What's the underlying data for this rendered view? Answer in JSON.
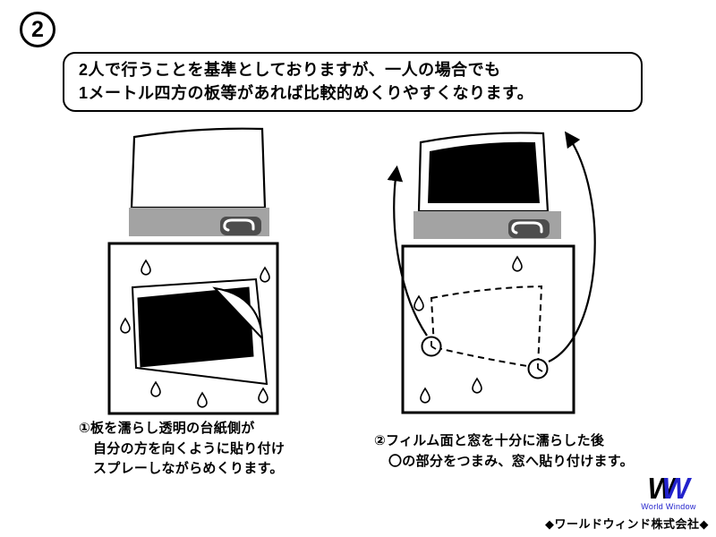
{
  "step": {
    "number": "2"
  },
  "bubble": {
    "line1": "2人で行うことを基準としておりますが、一人の場合でも",
    "line2": "1メートル四方の板等があれば比較的めくりやすくなります。"
  },
  "left_caption": {
    "line1": "①板を濡らし透明の台紙側が",
    "line2": "自分の方を向くように貼り付け",
    "line3": "スプレーしながらめくります。"
  },
  "right_caption": {
    "line1": "②フィルム面と窓を十分に濡らした後",
    "line2": "〇の部分をつまみ、窓へ貼り付けます。"
  },
  "footer": {
    "logo_w1": "W",
    "logo_w2": "W",
    "logo_caption": "World Window",
    "company": "◆ワールドウィンド株式会社◆"
  },
  "colors": {
    "logo_blue": "#2222cc",
    "bar_gray": "#a3a3a3",
    "sprayer_dark": "#4d4d4d",
    "film_black": "#000000"
  }
}
